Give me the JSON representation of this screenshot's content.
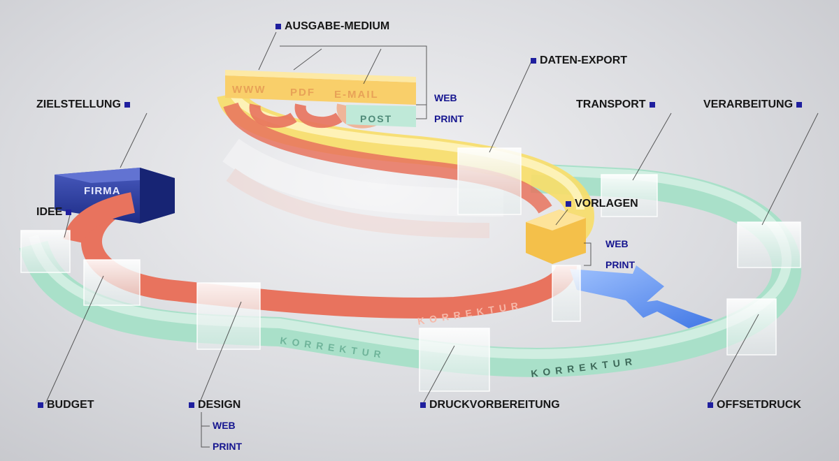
{
  "labels": {
    "ausgabe_medium": "AUSGABE-MEDIUM",
    "daten_export": "DATEN-EXPORT",
    "zielstellung": "ZIELSTELLUNG",
    "transport": "TRANSPORT",
    "verarbeitung": "VERARBEITUNG",
    "idee": "IDEE",
    "vorlagen": "VORLAGEN",
    "budget": "BUDGET",
    "design": "DESIGN",
    "druckvorbereitung": "DRUCKVORBEREITUNG",
    "offsetdruck": "OFFSETDRUCK"
  },
  "sublabels": {
    "ausgabe_web": "WEB",
    "ausgabe_print": "PRINT",
    "vorlagen_web": "WEB",
    "vorlagen_print": "PRINT",
    "design_web": "WEB",
    "design_print": "PRINT"
  },
  "track_text": {
    "firma": "FIRMA",
    "www": "WWW",
    "pdf": "PDF",
    "email": "E-MAIL",
    "post": "POST",
    "korrektur_red": "KORREKTUR",
    "korrektur_green_left": "KORREKTUR",
    "korrektur_green_right": "KORREKTUR"
  },
  "colors": {
    "label_marker": "#1f1f9e",
    "sublabel_text": "#15158f",
    "red_track": "#e8735e",
    "green_track": "#a9e0c9",
    "yellow_track": "#f7dd6a",
    "blue_arrow": "#5a8fef",
    "firma_box": "#2a3e9c"
  }
}
